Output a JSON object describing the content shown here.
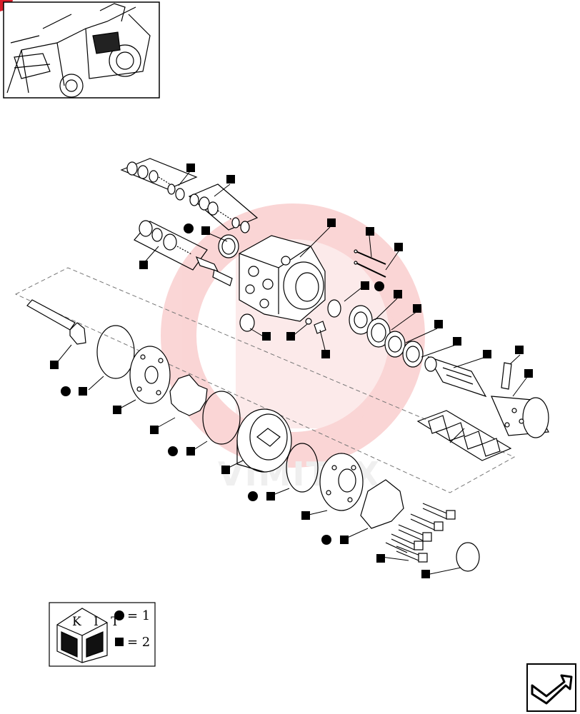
{
  "watermark": {
    "text": "VIMITEX"
  },
  "legend": {
    "kit_text": "K I T",
    "circle_value": "= 1",
    "square_value": "= 2"
  },
  "colors": {
    "ink": "#000000",
    "watermark": "#f5a3a3",
    "tab": "#d81e2a"
  },
  "icons": [
    "machine-thumbnail",
    "navigation-arrow-icon",
    "kit-box-icon",
    "corner-tab-icon"
  ]
}
